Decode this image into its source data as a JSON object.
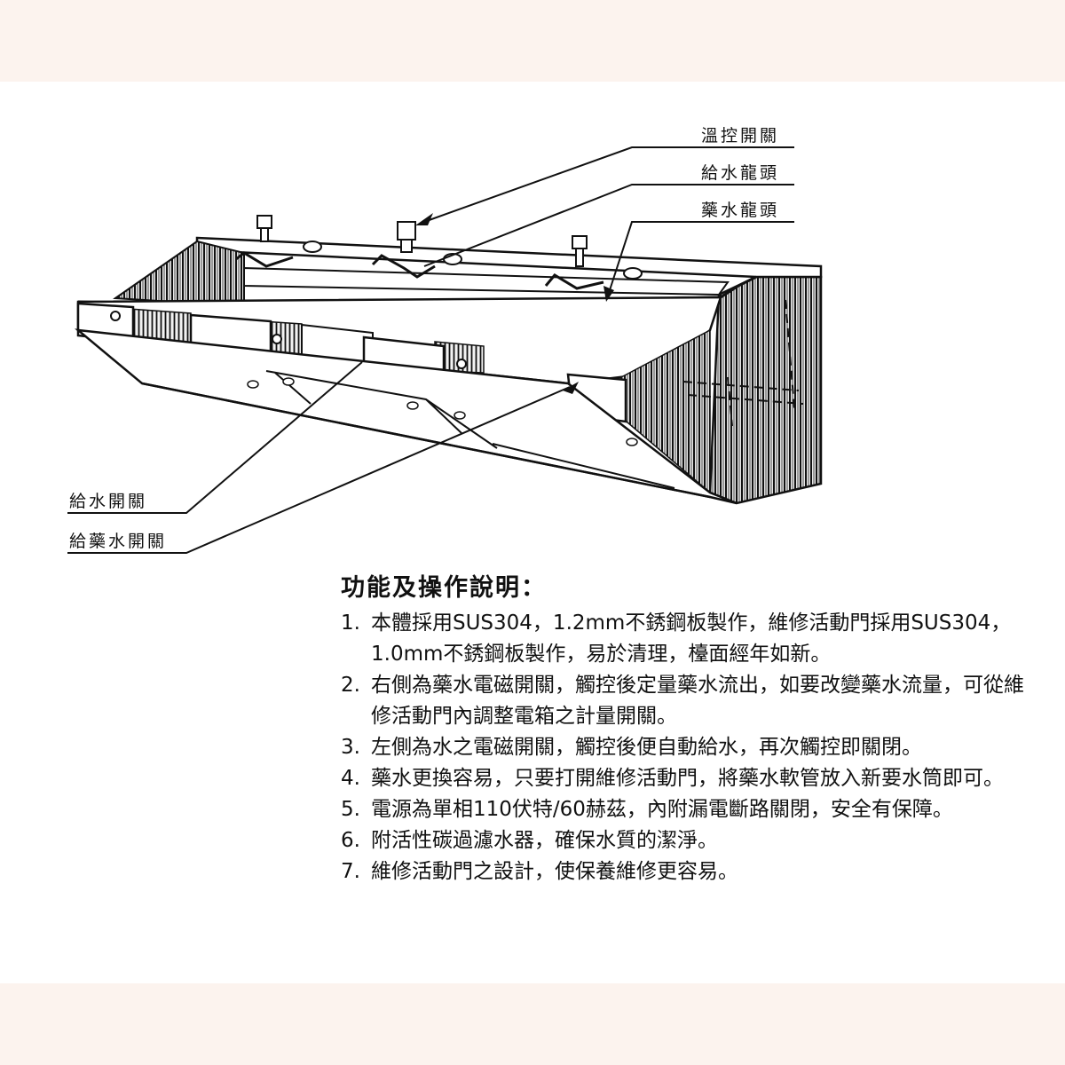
{
  "callouts": {
    "temp_switch": "溫控開關",
    "water_faucet": "給水龍頭",
    "chem_faucet": "藥水龍頭",
    "water_switch": "給水開關",
    "chem_switch": "給藥水開關"
  },
  "instructions": {
    "heading": "功能及操作說明：",
    "items": [
      {
        "num": "1.",
        "text": "本體採用SUS304，1.2mm不銹鋼板製作，維修活動門採用SUS304，1.0mm不銹鋼板製作，易於清理，檯面經年如新。"
      },
      {
        "num": "2.",
        "text": "右側為藥水電磁開關，觸控後定量藥水流出，如要改變藥水流量，可從維修活動門內調整電箱之計量開關。"
      },
      {
        "num": "3.",
        "text": "左側為水之電磁開關，觸控後便自動給水，再次觸控即關閉。"
      },
      {
        "num": "4.",
        "text": "藥水更換容易，只要打開維修活動門，將藥水軟管放入新要水筒即可。"
      },
      {
        "num": "5.",
        "text": "電源為單相110伏特/60赫茲，內附漏電斷路關閉，安全有保障。"
      },
      {
        "num": "6.",
        "text": "附活性碳過濾水器，確保水質的潔淨。"
      },
      {
        "num": "7.",
        "text": "維修活動門之設計，使保養維修更容易。"
      }
    ]
  }
}
